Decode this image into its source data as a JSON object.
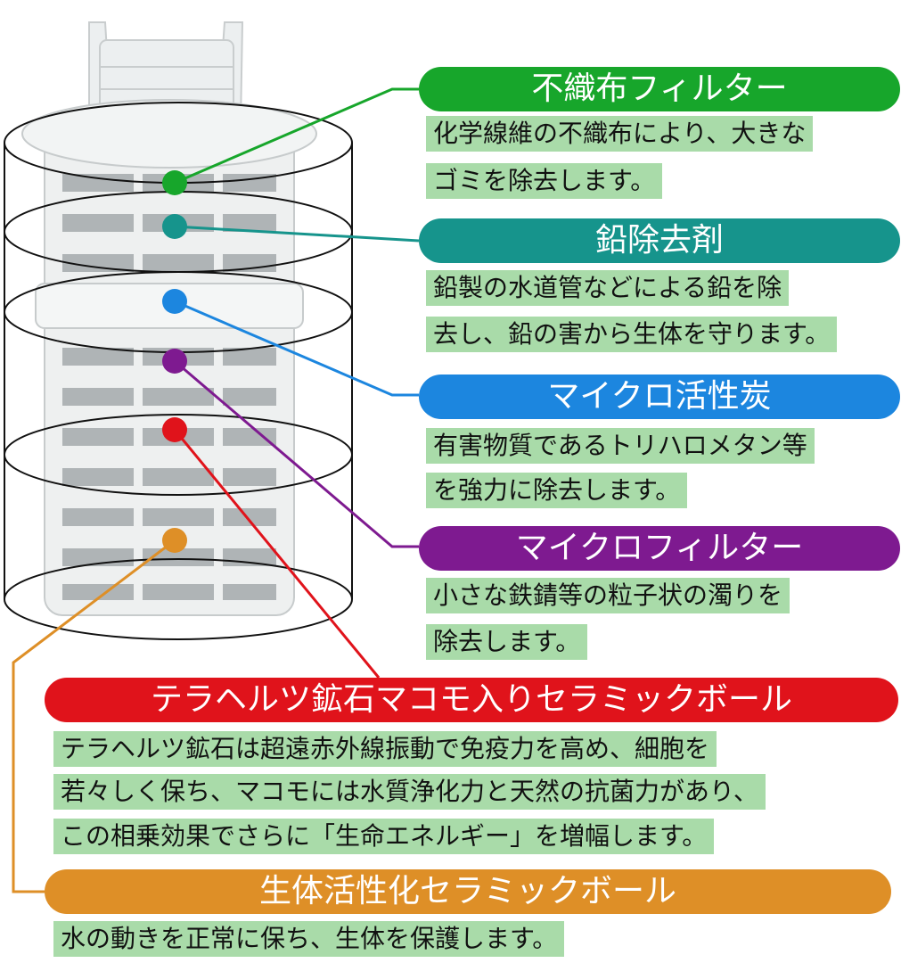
{
  "colors": {
    "green": "#17a62b",
    "teal": "#16948c",
    "blue": "#1c86df",
    "purple": "#7e1a90",
    "red": "#e0131b",
    "orange": "#de8f27",
    "desc_bg": "#a9dba9"
  },
  "layers": [
    {
      "title": "不織布フィルター",
      "color": "green",
      "lines": [
        "化学線維の不織布により、大きな",
        "ゴミを除去します。"
      ]
    },
    {
      "title": "鉛除去剤",
      "color": "teal",
      "lines": [
        "鉛製の水道管などによる鉛を除",
        "去し、鉛の害から生体を守ります。"
      ]
    },
    {
      "title": "マイクロ活性炭",
      "color": "blue",
      "lines": [
        "有害物質であるトリハロメタン等",
        "を強力に除去します。"
      ]
    },
    {
      "title": "マイクロフィルター",
      "color": "purple",
      "lines": [
        "小さな鉄錆等の粒子状の濁りを",
        "除去します。"
      ]
    },
    {
      "title": "テラヘルツ鉱石マコモ入りセラミックボール",
      "color": "red",
      "lines": [
        "テラヘルツ鉱石は超遠赤外線振動で免疫力を高め、細胞を",
        "若々しく保ち、マコモには水質浄化力と天然の抗菌力があり、",
        "この相乗効果でさらに「生命エネルギー」を増幅します。"
      ]
    },
    {
      "title": "生体活性化セラミックボール",
      "color": "orange",
      "lines": [
        "水の動きを正常に保ち、生体を保護します。"
      ]
    }
  ]
}
